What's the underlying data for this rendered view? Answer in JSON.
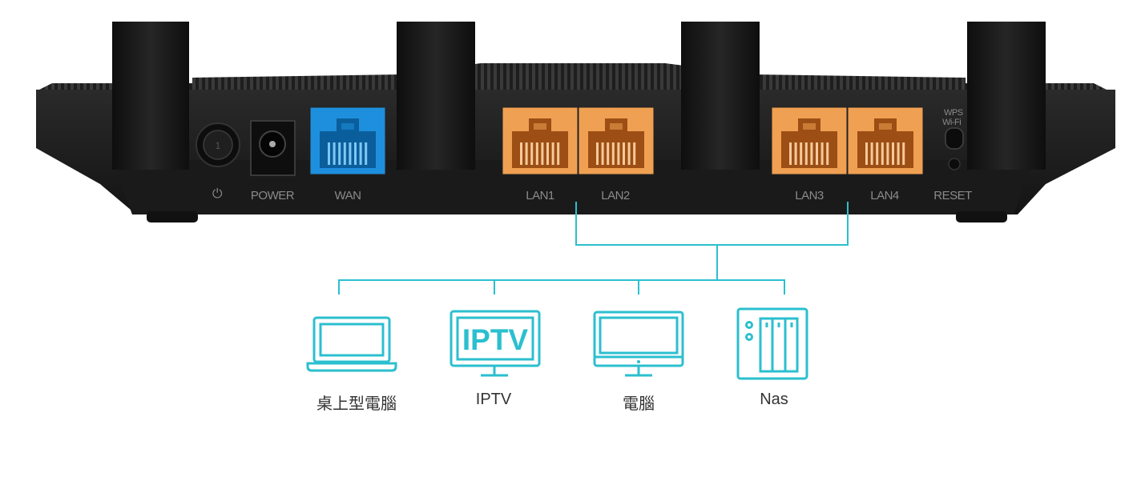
{
  "router": {
    "labels": {
      "power_icon": "⏻",
      "power": "POWER",
      "wan": "WAN",
      "lan1": "LAN1",
      "lan2": "LAN2",
      "lan3": "LAN3",
      "lan4": "LAN4",
      "reset": "RESET",
      "wps_line1": "WPS",
      "wps_line2": "Wi-Fi"
    },
    "colors": {
      "body": "#1c1c1c",
      "wan_port": "#1e8fdc",
      "lan_port": "#f0a052",
      "connector": "#2bbfcf"
    }
  },
  "devices": [
    {
      "name": "桌上型電腦",
      "icon": "laptop-icon"
    },
    {
      "name": "IPTV",
      "icon": "iptv-icon",
      "screen_text": "IPTV"
    },
    {
      "name": "電腦",
      "icon": "monitor-icon"
    },
    {
      "name": "Nas",
      "icon": "nas-icon"
    }
  ]
}
